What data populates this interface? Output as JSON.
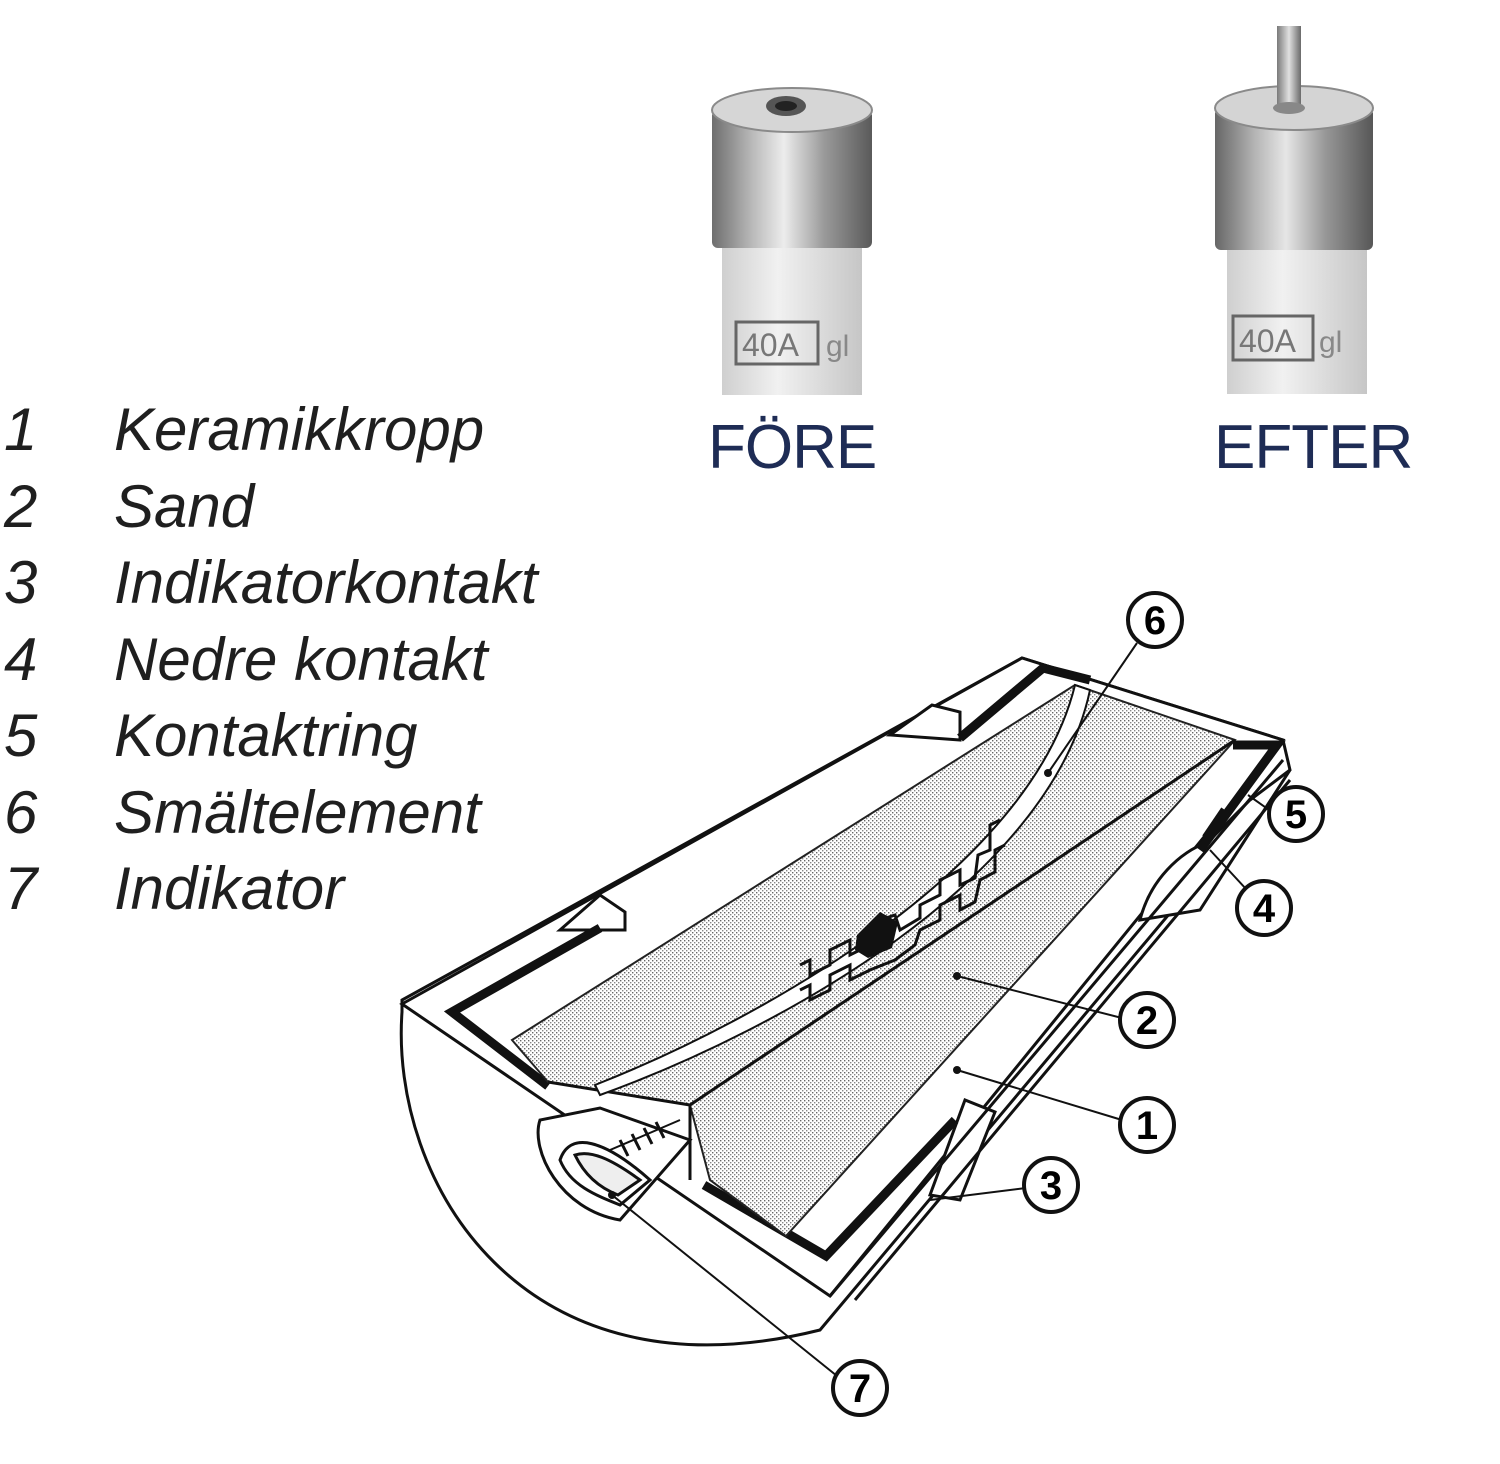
{
  "legend": [
    {
      "num": "1",
      "label": "Keramikkropp"
    },
    {
      "num": "2",
      "label": "Sand"
    },
    {
      "num": "3",
      "label": "Indikatorkontakt"
    },
    {
      "num": "4",
      "label": "Nedre kontakt"
    },
    {
      "num": "5",
      "label": "Kontaktring"
    },
    {
      "num": "6",
      "label": "Smältelement"
    },
    {
      "num": "7",
      "label": "Indikator"
    }
  ],
  "photos": {
    "before": {
      "caption": "FÖRE",
      "rating": "40A",
      "class": "gl"
    },
    "after": {
      "caption": "EFTER",
      "rating": "40A",
      "class": "gl"
    }
  },
  "callouts": [
    "6",
    "5",
    "4",
    "2",
    "1",
    "3",
    "7"
  ]
}
